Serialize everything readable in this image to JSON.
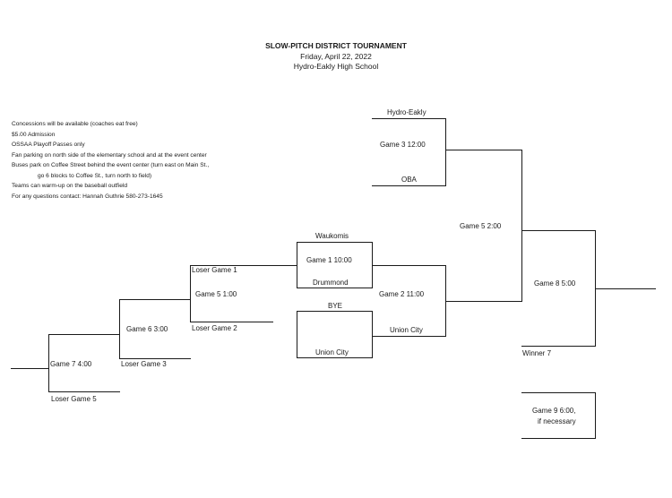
{
  "header": {
    "title": "SLOW-PITCH DISTRICT TOURNAMENT",
    "date": "Friday, April 22, 2022",
    "location": "Hydro-Eakly High School"
  },
  "notes": [
    "Concessions will be available (coaches eat free)",
    "$5.00 Admission",
    "OSSAA Playoff Passes only",
    "Fan parking on north side of the elementary school and at the event center",
    "Buses park on Coffee Street behind the event center (turn east on Main St.,",
    "go 6 blocks to Coffee St., turn north to field)",
    "Teams can warm-up on the baseball outfield",
    "For any questions contact: Hannah Guthrie 580-273-1645"
  ],
  "bracket": {
    "g3_top": "Hydro-Eakly",
    "g3_label": "Game 3   12:00",
    "g3_bottom": "OBA",
    "g1_top": "Waukomis",
    "g1_label": "Game 1   10:00",
    "g1_bottom": "Drummond",
    "bye_top": "BYE",
    "bye_bottom": "Union City",
    "g2_label": "Game 2   11:00",
    "g2_bottom": "Union City",
    "g5a_label": "Game 5  2:00",
    "g8_label": "Game 8   5:00",
    "winner7": "Winner 7",
    "g9_label": "Game 9   6:00,",
    "g9_sub": "if necessary",
    "lg1": "Loser Game 1",
    "g5b_label": "Game 5   1:00",
    "lg2": "Loser Game 2",
    "g6_label": "Game 6   3:00",
    "lg3": "Loser Game 3",
    "g7_label": "Game 7   4:00",
    "lg5": "Loser Game 5"
  }
}
